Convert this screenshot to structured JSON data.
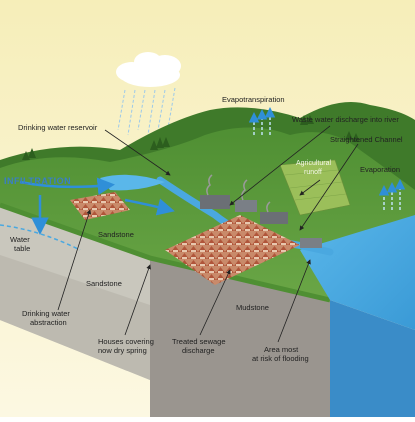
{
  "colors": {
    "sky_top": "#f7f0c2",
    "sky_bottom": "#fbf6d6",
    "grass": "#5e9a3a",
    "grass_dark": "#3f7a2a",
    "sandstone": "#c8c6bd",
    "mudstone": "#8f8a84",
    "water": "#4aa8e0",
    "roof": "#b45a3c",
    "arrow_blue": "#2f8fd8"
  },
  "labels": {
    "evapotranspiration": "Evapotranspiration",
    "drinking_water_reservoir": "Drinking water reservoir",
    "waste_water_discharge": "Waste water discharge into river",
    "straightened_channel": "Straightened Channel",
    "agricultural_runoff_1": "Agricultural",
    "agricultural_runoff_2": "runoff",
    "evaporation": "Evaporation",
    "infiltration": "INFILTRATION",
    "water_table_1": "Water",
    "water_table_2": "table",
    "sandstone_upper": "Sandstone",
    "sandstone_lower": "Sandstone",
    "mudstone": "Mudstone",
    "drinking_water_abstraction_1": "Drinking water",
    "drinking_water_abstraction_2": "abstraction",
    "houses_dry_spring_1": "Houses covering",
    "houses_dry_spring_2": "now dry spring",
    "treated_sewage_1": "Treated sewage",
    "treated_sewage_2": "discharge",
    "flood_area_1": "Area most",
    "flood_area_2": "at risk of flooding"
  }
}
